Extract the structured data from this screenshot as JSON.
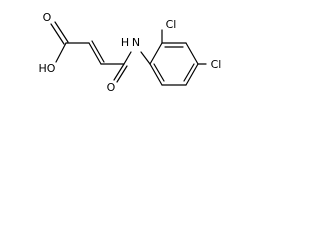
{
  "molecule": {
    "atom_labels": {
      "hydroxyl": "HO",
      "carboxyl_oxygen": "O",
      "amide_oxygen": "O",
      "amide_nitrogen": "N",
      "amide_hydrogen": "H",
      "chlorine_ortho": "Cl",
      "chlorine_para": "Cl"
    },
    "colors": {
      "bond": "#000000",
      "label": "#000000",
      "background": "#ffffff"
    }
  }
}
